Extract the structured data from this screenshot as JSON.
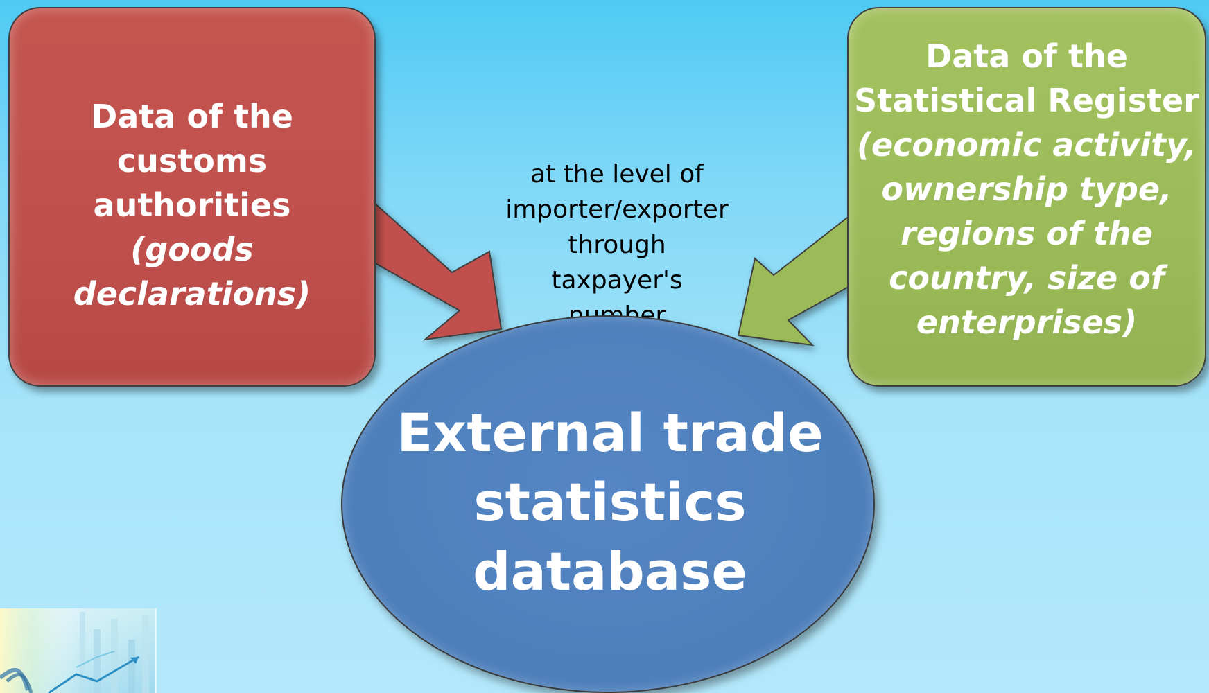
{
  "customs_box": {
    "title_line1": "Data of the",
    "title_line2": "customs",
    "title_line3": "authorities",
    "italic_line1": "(goods",
    "italic_line2": "declarations)",
    "color": "#c0504d"
  },
  "register_box": {
    "title_line1": "Data of the",
    "title_line2": "Statistical Register",
    "italic_line1": "(economic activity,",
    "italic_line2": "ownership type,",
    "italic_line3": "regions of the",
    "italic_line4": "country, size of",
    "italic_line5": "enterprises)",
    "color": "#9bbb59"
  },
  "link_label": {
    "line1": "at the level of",
    "line2": "importer/exporter",
    "line3": "through taxpayer's",
    "line4": "number"
  },
  "database_ellipse": {
    "line1": "External trade",
    "line2": "statistics",
    "line3": "database",
    "color": "#4f81bd"
  },
  "arrows": {
    "left_arrow_color": "#c0504d",
    "right_arrow_color": "#9bbb59"
  },
  "corner_graphic": {
    "icon": "chart-thumbnail-icon"
  }
}
